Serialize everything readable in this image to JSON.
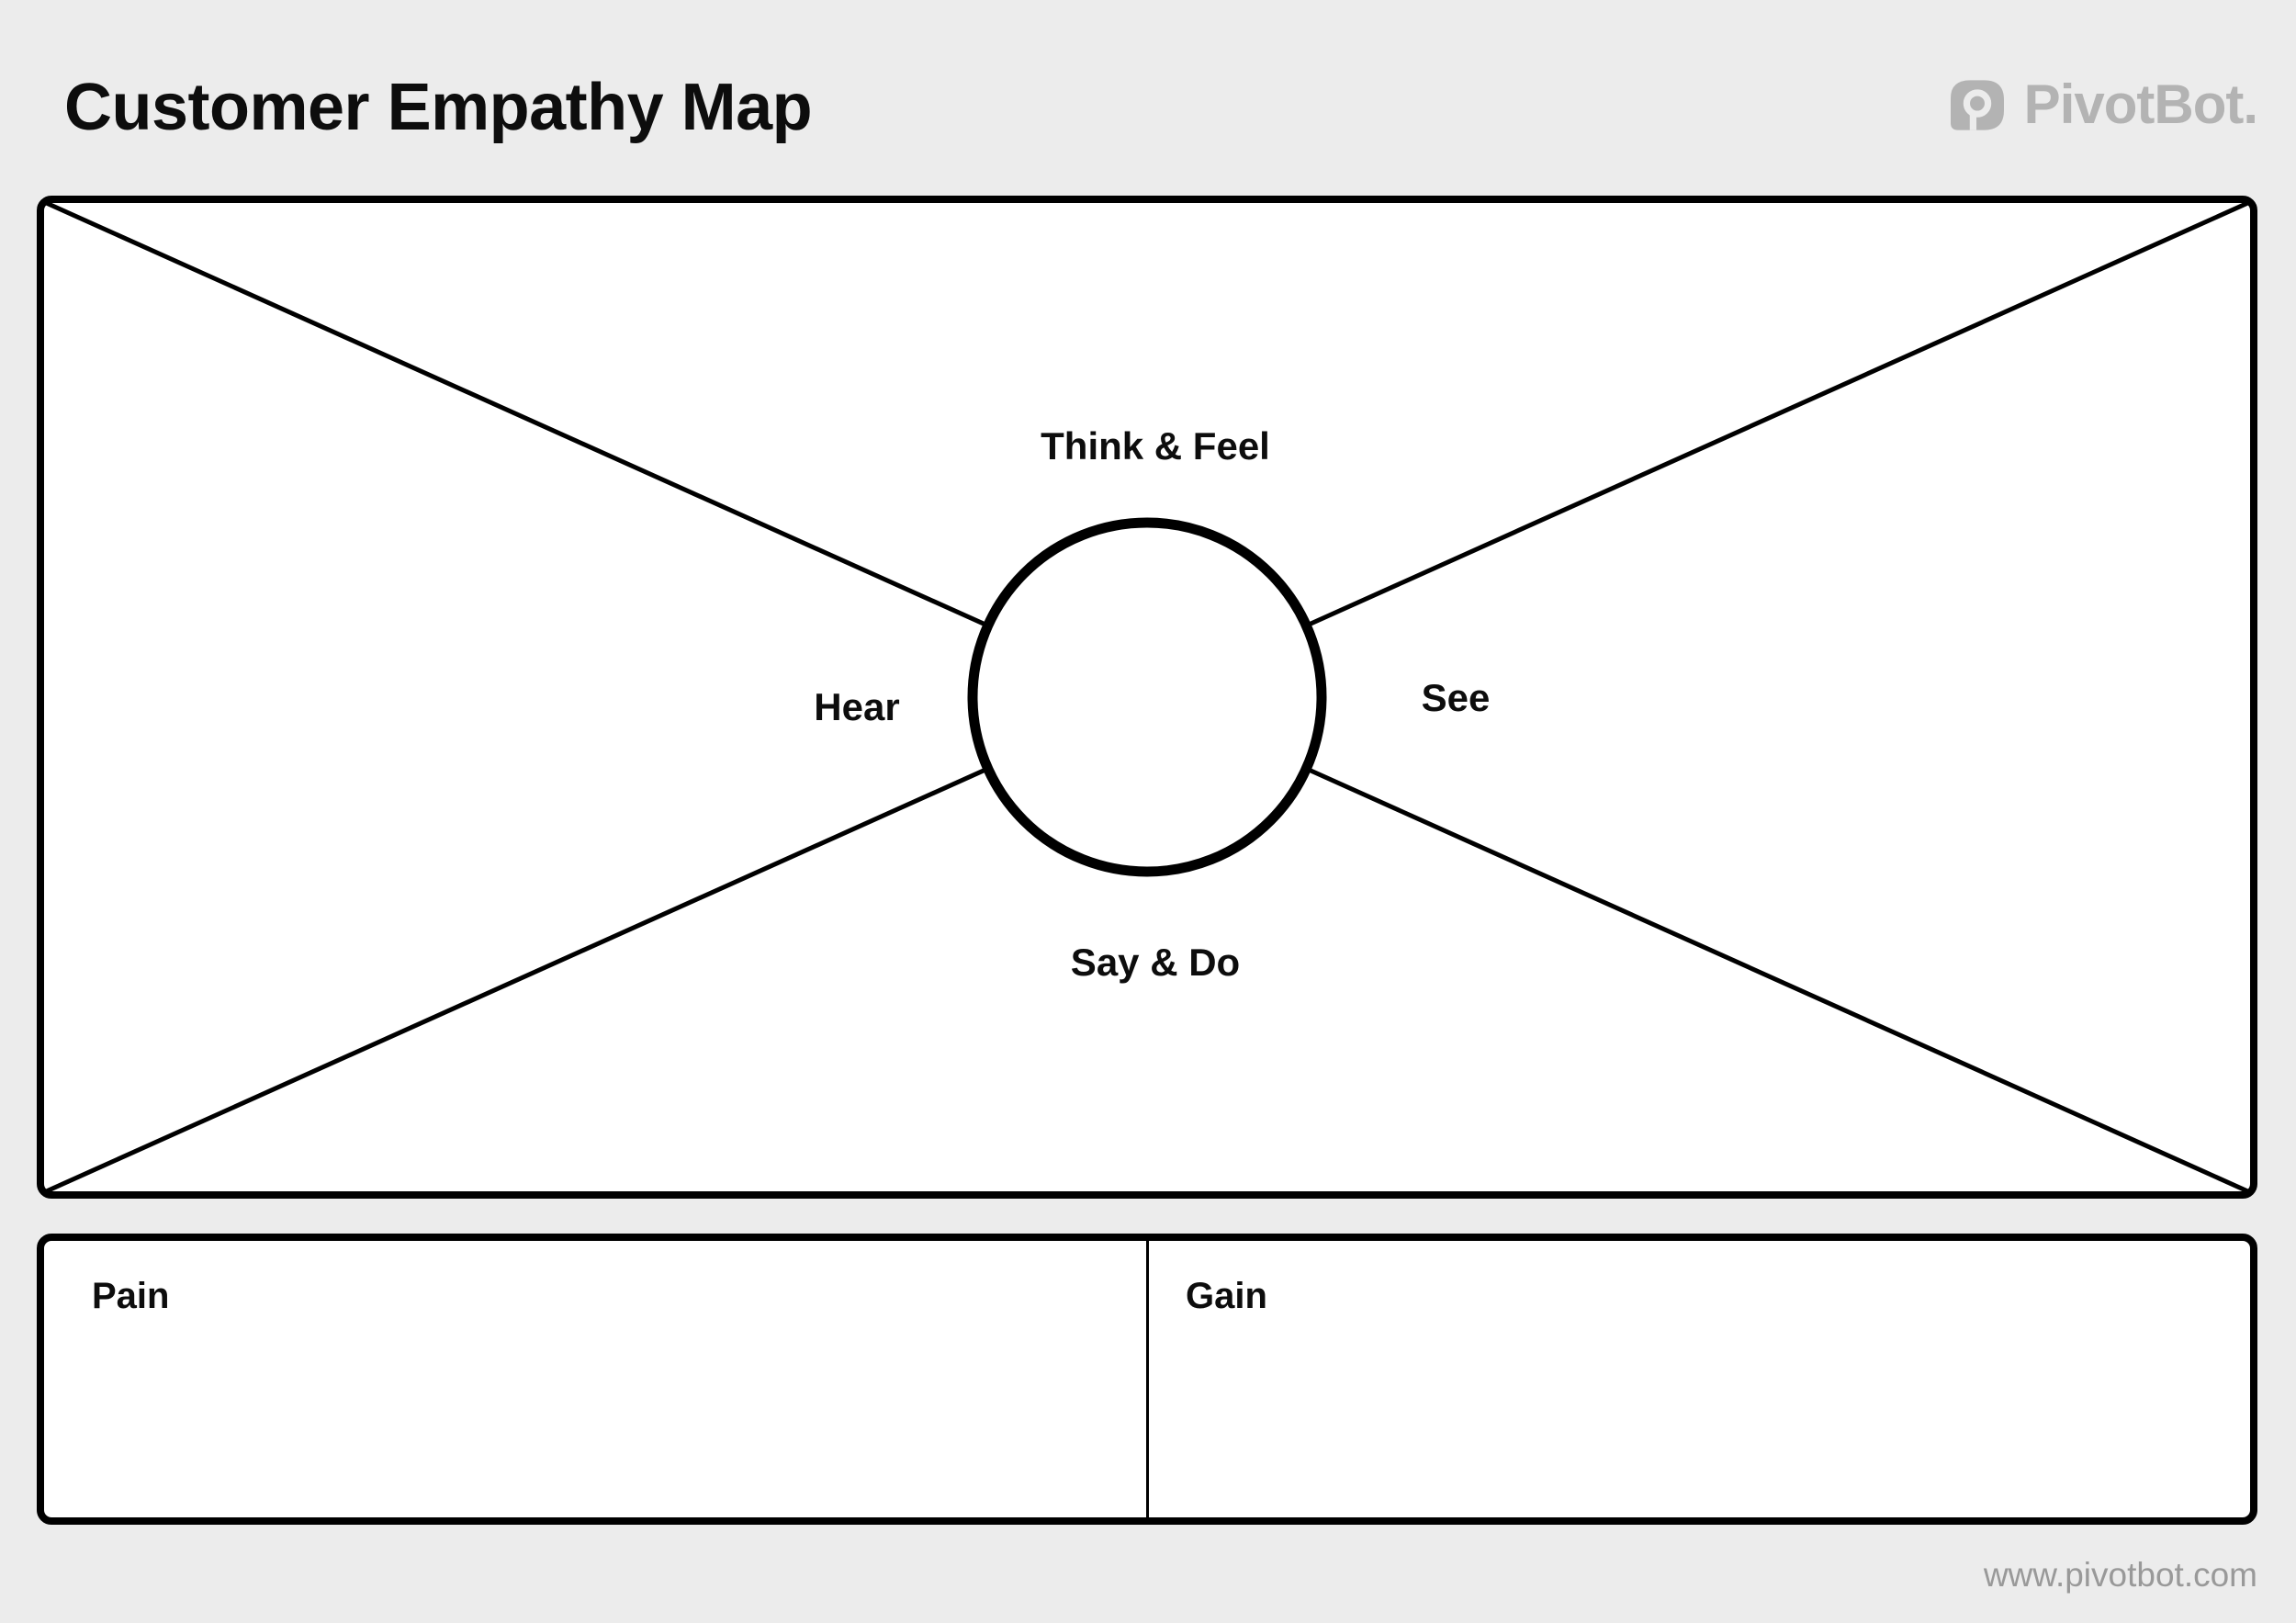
{
  "header": {
    "title": "Customer Empathy Map",
    "brand": {
      "name": "PivotBot.",
      "icon": "pivotbot-logo-icon"
    }
  },
  "empathy_map": {
    "quadrants": {
      "top": "Think & Feel",
      "left": "Hear",
      "right": "See",
      "bottom": "Say & Do"
    }
  },
  "bottom_sections": {
    "pain_label": "Pain",
    "gain_label": "Gain"
  },
  "footer": {
    "url": "www.pivotbot.com"
  },
  "colors": {
    "background": "#ececec",
    "panel": "#ffffff",
    "line": "#000000",
    "brand_gray": "#b3b3b3",
    "footer_gray": "#999999",
    "text": "#0d0d0d"
  }
}
